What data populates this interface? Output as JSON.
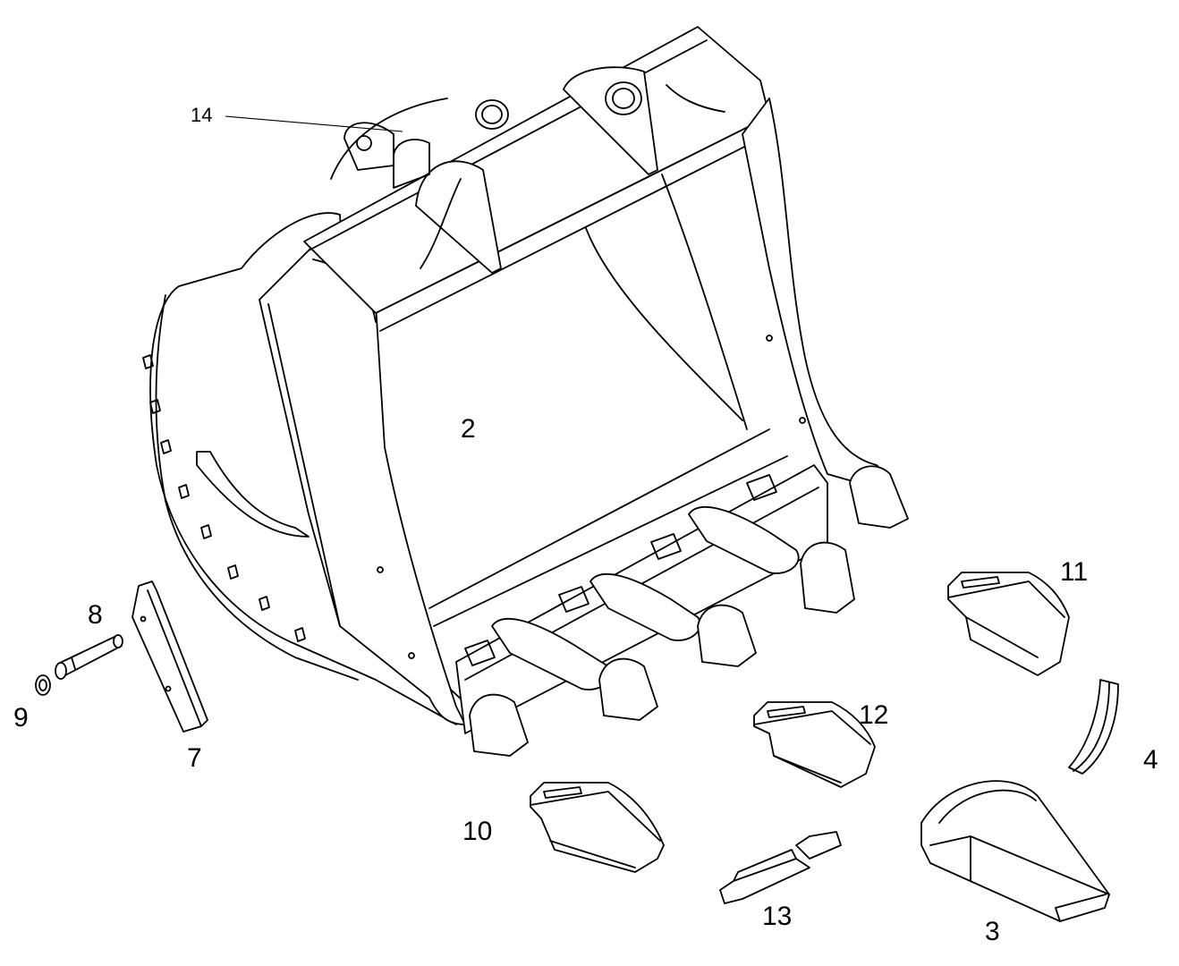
{
  "diagram": {
    "labels": {
      "p14": "14",
      "p2": "2",
      "p11": "11",
      "p8": "8",
      "p9": "9",
      "p7": "7",
      "p12": "12",
      "p4": "4",
      "p10": "10",
      "p13": "13",
      "p3": "3"
    },
    "colors": {
      "line": "#000000",
      "background": "#ffffff"
    }
  }
}
